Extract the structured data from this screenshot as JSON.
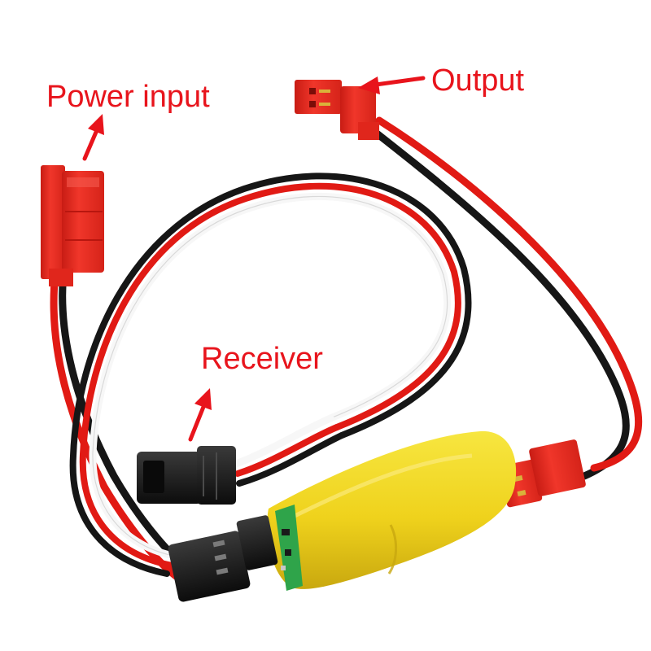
{
  "labels": {
    "power_input": "Power input",
    "output": "Output",
    "receiver": "Receiver"
  },
  "colors": {
    "label_text": "#e8141c",
    "arrow": "#e8141c",
    "wire_red": "#e11a14",
    "wire_black": "#161616",
    "wire_white": "#f7f7f7",
    "connector_red": "#ee2e22",
    "connector_black": "#1b1b1b",
    "module_yellow": "#f0d91e",
    "pcb_green": "#2fa44a"
  },
  "icons": {
    "power_arrow": "arrow-up-right-icon",
    "output_arrow": "arrow-left-icon",
    "receiver_arrow": "arrow-up-right-icon"
  }
}
